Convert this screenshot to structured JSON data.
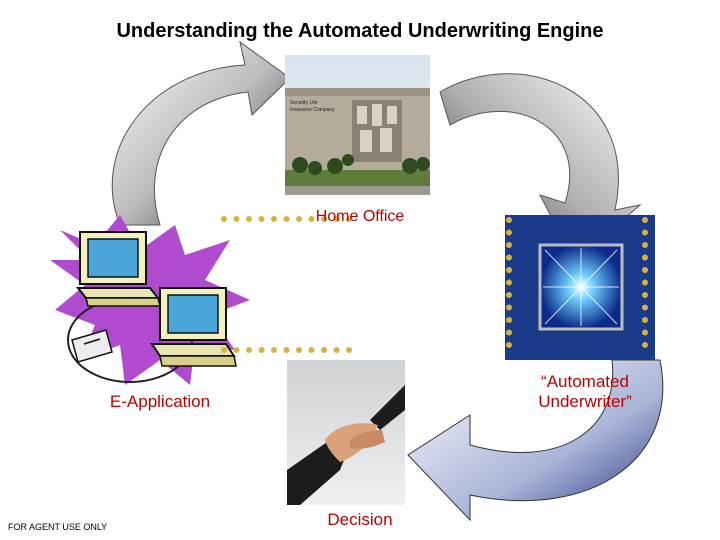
{
  "title": "Understanding the Automated Underwriting Engine",
  "nodes": {
    "home_office": {
      "label": "Home Office",
      "sign": "Security Life\nInsurance Company"
    },
    "e_application": {
      "label": "E-Application"
    },
    "automated_underwriter": {
      "label_line1": "“Automated",
      "label_line2": "Underwriter”"
    },
    "decision": {
      "label": "Decision"
    }
  },
  "footer": "FOR AGENT USE ONLY",
  "colors": {
    "label": "#c00000",
    "arrow_light": "#e8e8e8",
    "arrow_dark": "#3a3a3a",
    "chip_bg": "#1a3a8a"
  }
}
